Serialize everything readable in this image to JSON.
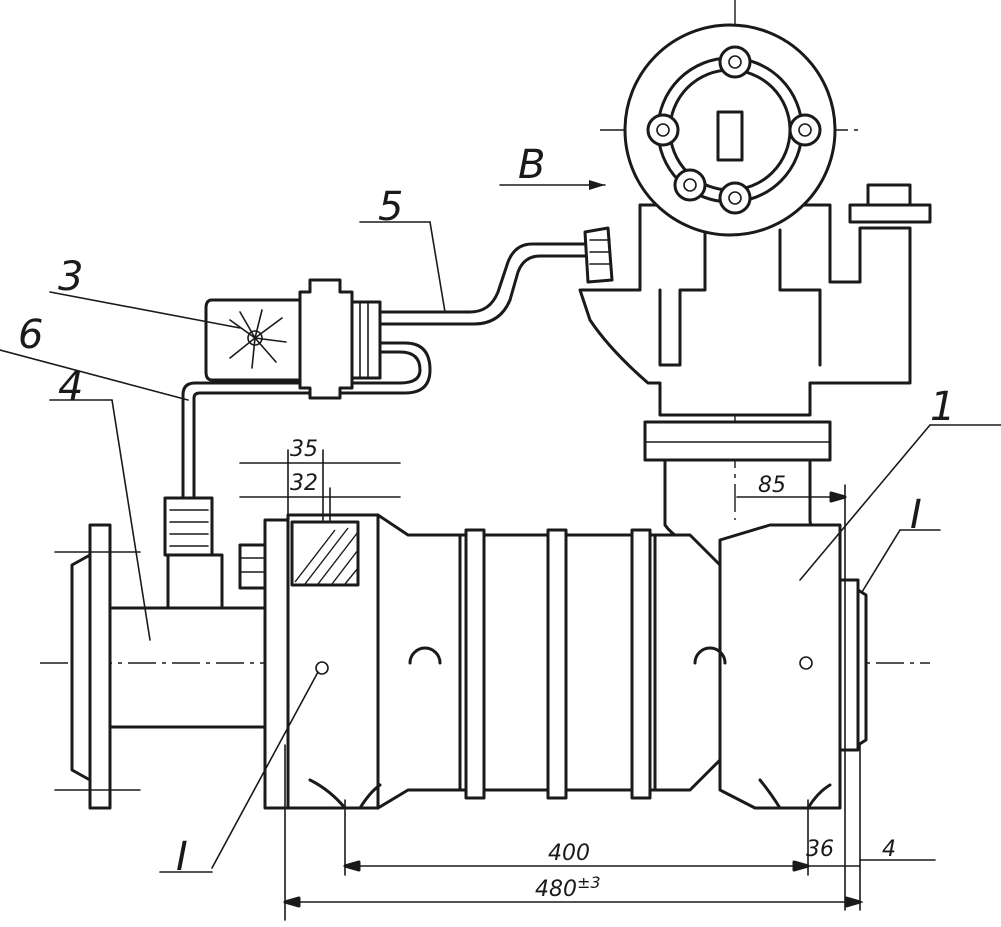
{
  "callouts": {
    "part_1": "1",
    "part_3": "3",
    "part_4": "4",
    "part_5": "5",
    "part_6": "6",
    "view_b": "B",
    "section_left": "I",
    "section_right": "I"
  },
  "dimensions": {
    "d35": "35",
    "d32": "32",
    "d85": "85",
    "d400": "400",
    "d36": "36",
    "d4": "4",
    "d480_value": "480",
    "d480_tolerance": "±3"
  },
  "colors": {
    "ink": "#1a1a1a",
    "paper": "#ffffff"
  }
}
